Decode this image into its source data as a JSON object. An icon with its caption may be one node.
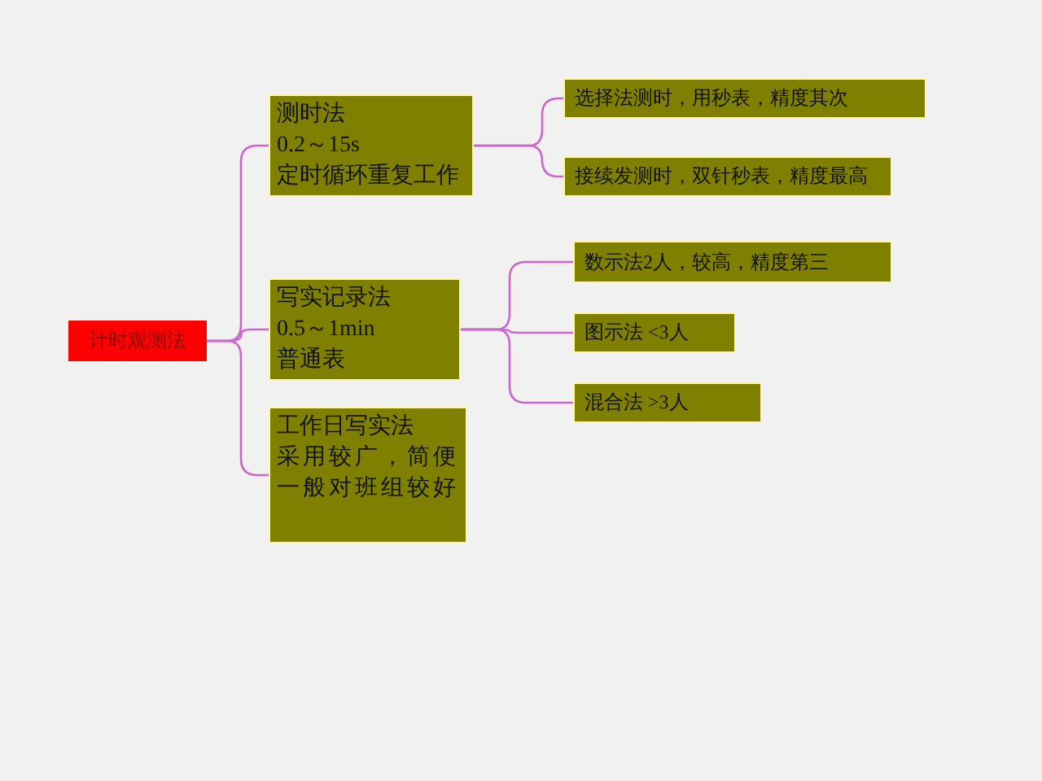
{
  "diagram": {
    "nodes": [
      {
        "text": [
          "计时观测法"
        ]
      },
      {
        "text": [
          "测时法",
          "0.2～15s",
          "定时循环重复工作"
        ]
      },
      {
        "text": [
          "写实记录法",
          "0.5～1min",
          "普通表"
        ]
      },
      {
        "text": [
          "工作日写实法",
          "采用较广，简便一般对班组较好"
        ]
      },
      {
        "text": [
          "选择法测时，用秒表，精度其次"
        ]
      },
      {
        "text": [
          "接续发测时，双针秒表，精度最高"
        ]
      },
      {
        "text": [
          "数示法2人，较高，精度第三"
        ]
      },
      {
        "text": [
          "图示法 <3人"
        ]
      },
      {
        "text": [
          "混合法 >3人"
        ]
      }
    ],
    "edges": [
      {
        "from": 0,
        "to": 1,
        "arrow": "none"
      },
      {
        "from": 0,
        "to": 2,
        "arrow": "none"
      },
      {
        "from": 0,
        "to": 3,
        "arrow": "none"
      },
      {
        "from": 1,
        "to": 4,
        "arrow": "none"
      },
      {
        "from": 1,
        "to": 5,
        "arrow": "none"
      },
      {
        "from": 2,
        "to": 6,
        "arrow": "none"
      },
      {
        "from": 2,
        "to": 7,
        "arrow": "none"
      },
      {
        "from": 2,
        "to": 8,
        "arrow": "none"
      }
    ]
  }
}
